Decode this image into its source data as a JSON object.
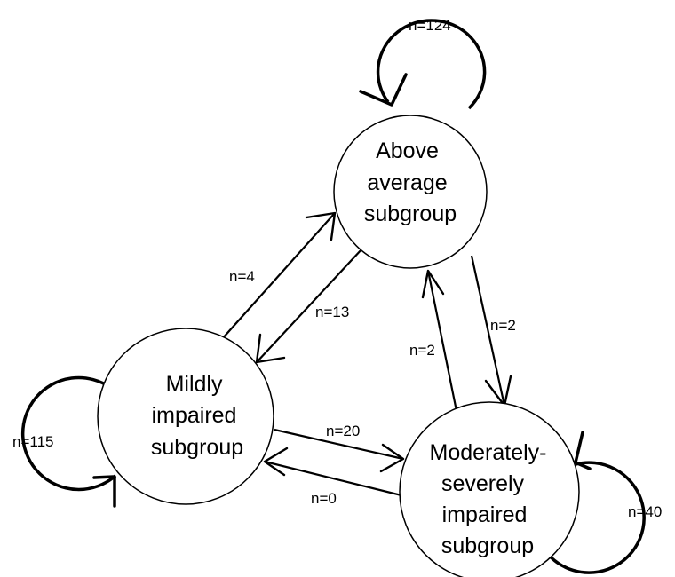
{
  "nodes": {
    "above": {
      "lines": [
        "Above",
        "average",
        "subgroup"
      ]
    },
    "mild": {
      "lines": [
        "Mildly",
        "impaired",
        "subgroup"
      ]
    },
    "moderate": {
      "lines": [
        "Moderately-",
        "severely",
        "impaired",
        "subgroup"
      ]
    }
  },
  "edges": {
    "above_self": "n=124",
    "mild_self": "n=115",
    "moderate_self": "n=40",
    "mild_to_above": "n=4",
    "above_to_mild": "n=13",
    "moderate_to_above": "n=2",
    "above_to_moderate": "n=2",
    "mild_to_moderate": "n=20",
    "moderate_to_mild": "n=0"
  }
}
